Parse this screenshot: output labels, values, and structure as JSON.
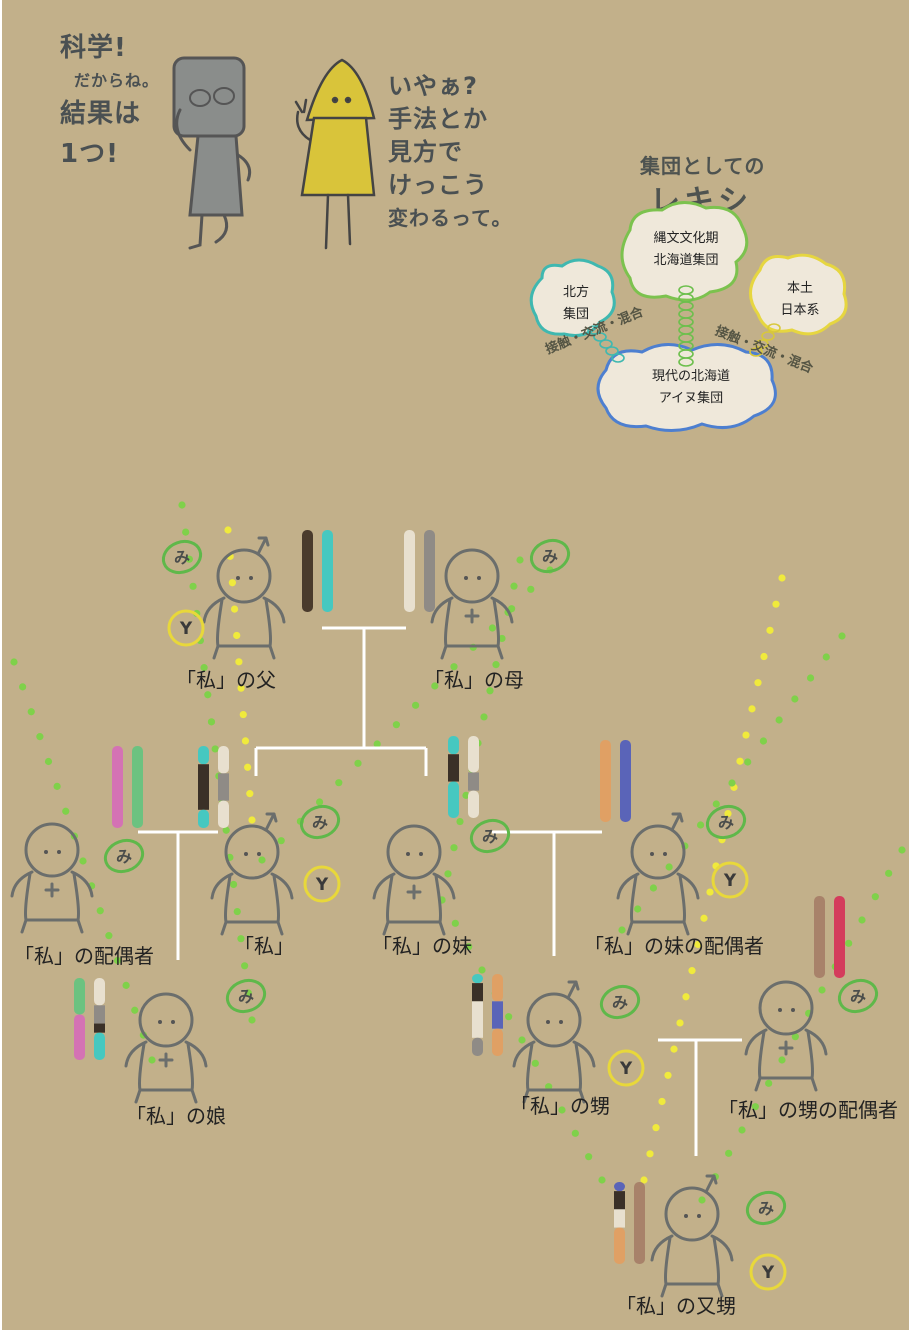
{
  "speech": {
    "left_lines": [
      "科学!",
      "だからね。",
      "結果は",
      "1つ!"
    ],
    "right_lines": [
      "いやぁ?",
      "手法とか",
      "見方で",
      "けっこう",
      "変わるって。"
    ]
  },
  "lineage": {
    "title_small": "集団としての",
    "title_big": "レキシ",
    "clouds": {
      "jomon": [
        "縄文文化期",
        "北海道集団"
      ],
      "north": [
        "北方",
        "集団"
      ],
      "mainland": [
        "本土",
        "日本系"
      ],
      "modern": [
        "現代の北海道",
        "アイヌ集団"
      ]
    },
    "contact_left": "接触・交流・混合",
    "contact_right": "接触・交流・混合"
  },
  "marks": {
    "mito": "み",
    "y": "Y"
  },
  "people": {
    "father": "「私」の父",
    "mother": "「私」の母",
    "spouse": "「私」の配偶者",
    "me": "「私」",
    "sister": "「私」の妹",
    "sister_spouse": "「私」の妹の配偶者",
    "daughter": "「私」の娘",
    "nephew": "「私」の甥",
    "nephew_spouse": "「私」の甥の配偶者",
    "grandnephew": "「私」の又甥"
  },
  "colors": {
    "background": "#c2b08a",
    "figure_outline": "#6b6e6c",
    "tree_line": "#ffffff",
    "mito_ring": "#5fb84a",
    "y_ring": "#e8d83a",
    "dot_green": "#7fd14a",
    "dot_yellow": "#f0ea3c"
  }
}
